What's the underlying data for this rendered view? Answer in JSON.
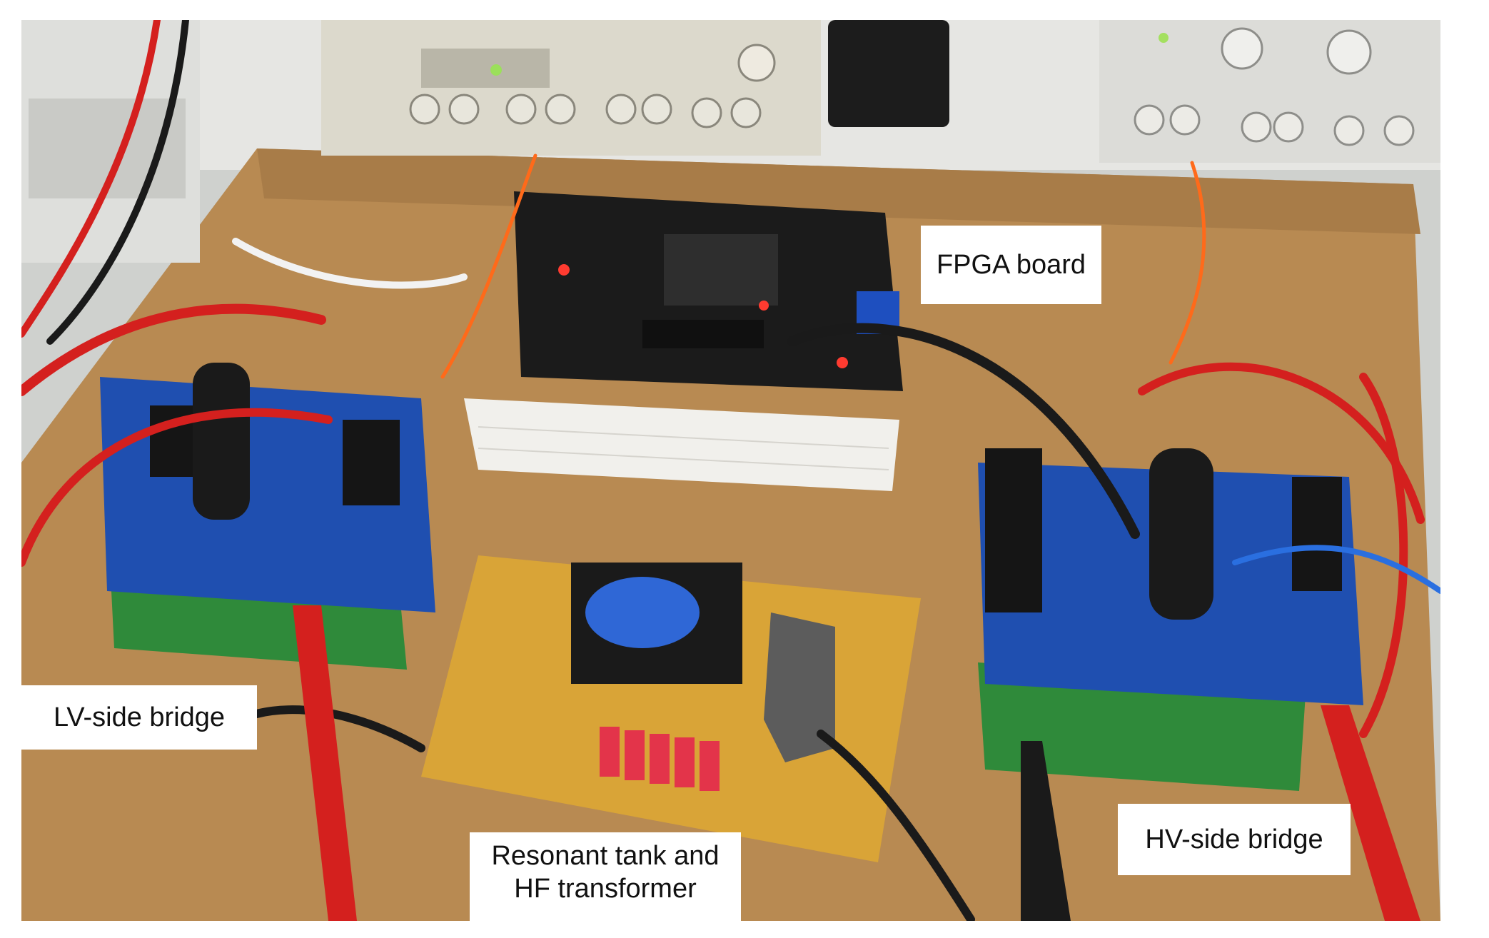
{
  "labels": {
    "fpga": "FPGA board",
    "lv_bridge": "LV-side bridge",
    "hv_bridge": "HV-side bridge",
    "tank_line1": "Resonant tank and",
    "tank_line2": "HF transformer"
  },
  "colors": {
    "pcb_blue": "#1f4fb0",
    "pcb_green": "#2f8a3a",
    "board_yellow": "#d9a437",
    "cardboard": "#b88a52",
    "lead_red": "#d4201e",
    "lead_black": "#1a1a1a"
  }
}
